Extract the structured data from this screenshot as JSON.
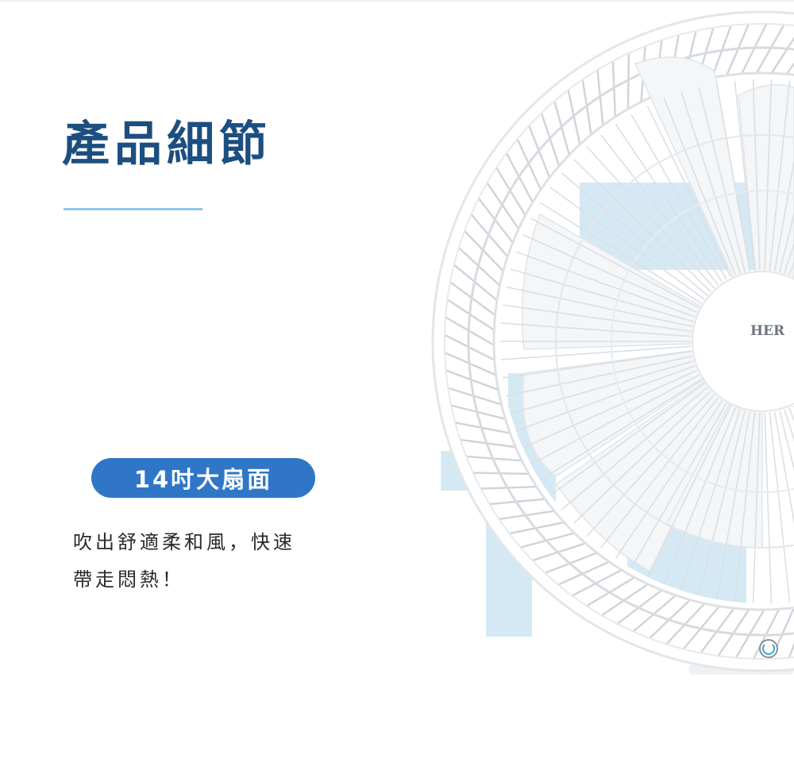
{
  "heading": {
    "title": "產品細節"
  },
  "feature": {
    "badge": "14吋大扇面",
    "description_lines": [
      "吹出舒適柔和風，快速",
      "帶走悶熱！"
    ]
  },
  "product": {
    "brand_logo": "HER"
  },
  "colors": {
    "title": "#1d4e80",
    "accent_line": "#8ec6e6",
    "badge_bg": "#2f77c6",
    "decor_blue": "#d5e9f5"
  }
}
